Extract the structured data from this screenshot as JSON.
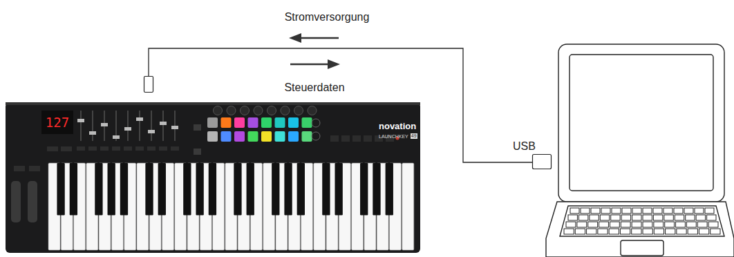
{
  "diagram": {
    "labels": [
      "Stromversorgung",
      "Steuerdaten",
      "USB",
      "127",
      "novation",
      "LAUNCHKEY",
      "49"
    ]
  }
}
